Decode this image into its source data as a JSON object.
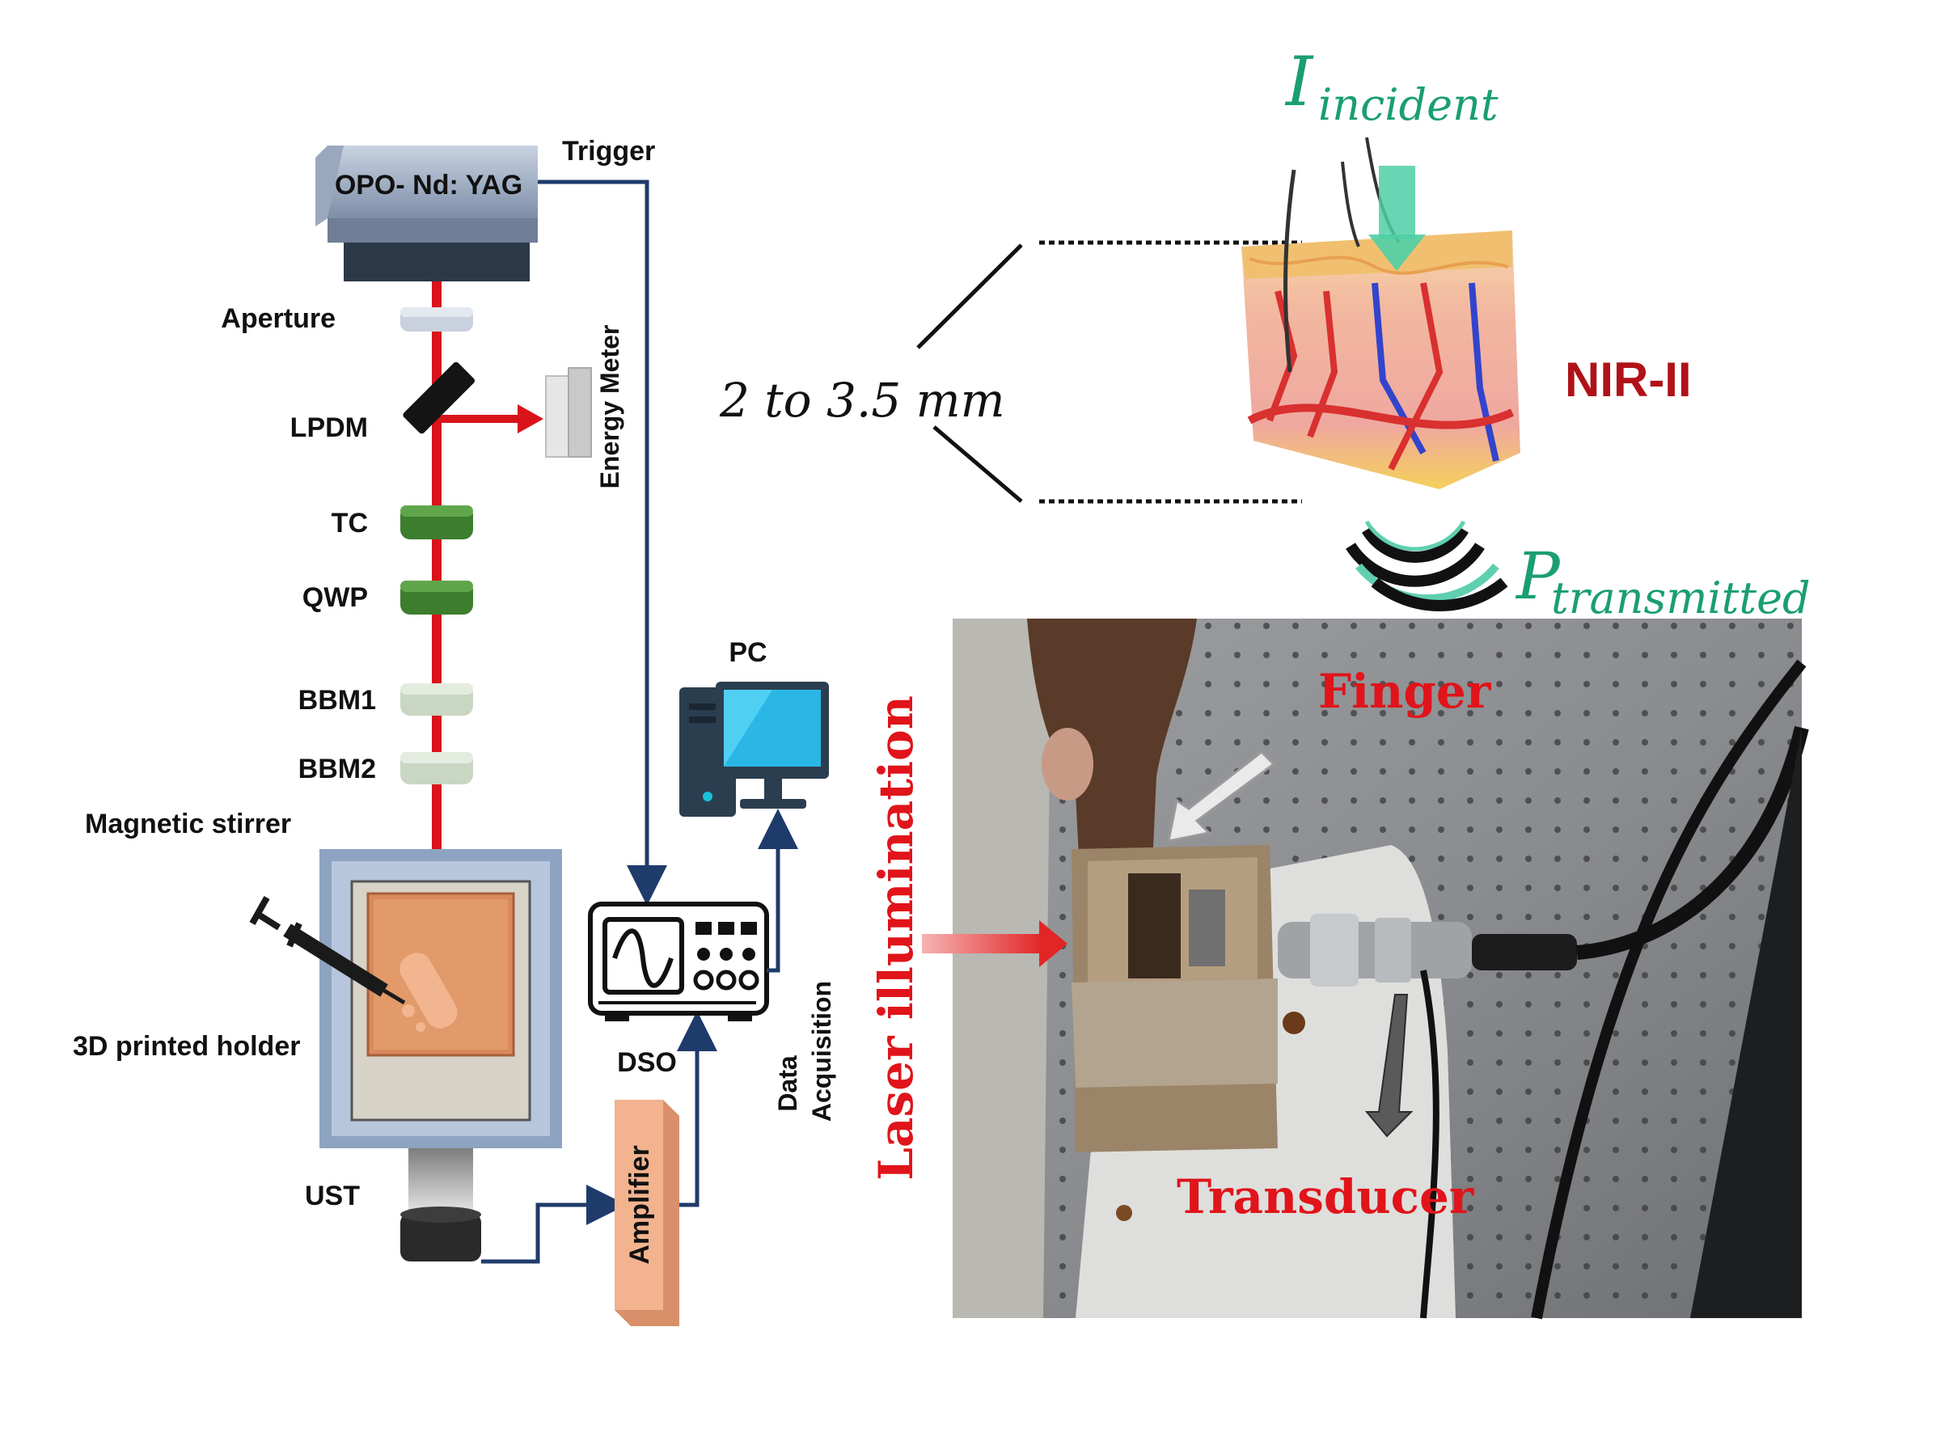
{
  "setup": {
    "laser_label": "OPO- Nd: YAG",
    "trigger_label": "Trigger",
    "aperture_label": "Aperture",
    "lpdm_label": "LPDM",
    "energy_meter_label": "Energy Meter",
    "tc_label": "TC",
    "qwp_label": "QWP",
    "bbm1_label": "BBM1",
    "bbm2_label": "BBM2",
    "stirrer_label": "Magnetic stirrer",
    "holder_label": "3D printed holder",
    "ust_label": "UST",
    "amplifier_label": "Amplifier",
    "dso_label": "DSO",
    "pc_label": "PC",
    "daq_label": "Data Acquisition",
    "beam_color": "#d8141a",
    "wire_color": "#1f3b6b"
  },
  "skin": {
    "depth_label": "2 to 3.5 mm",
    "incident_symbol": "I",
    "incident_sub": "incident",
    "transmitted_symbol": "P",
    "transmitted_sub": "transmitted",
    "band_label": "NIR-II",
    "math_color": "#1a9e72",
    "band_color": "#b01218"
  },
  "photo": {
    "finger_label": "Finger",
    "laser_label": "Laser illumination",
    "transducer_label": "Transducer",
    "label_color": "#e0141a"
  }
}
